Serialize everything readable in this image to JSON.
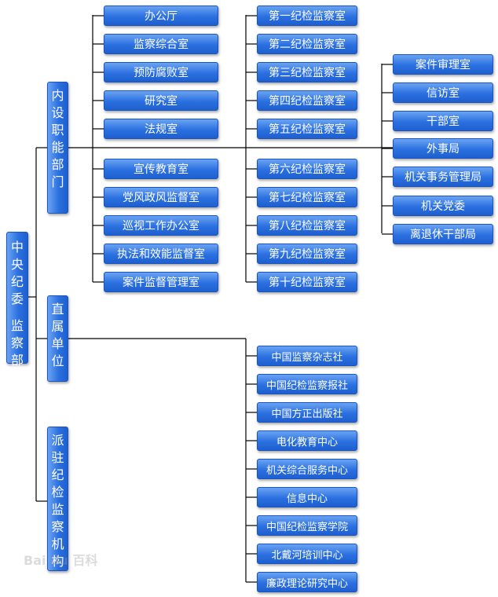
{
  "root": {
    "label": "中央纪委 监察部",
    "line1": "中央纪委",
    "line2": "监察部"
  },
  "level1": [
    {
      "label": "内设职能部门"
    },
    {
      "label": "直属单位"
    },
    {
      "label": "派驻纪检监察机构"
    }
  ],
  "internal_col1": [
    "办公厅",
    "监察综合室",
    "预防腐败室",
    "研究室",
    "法规室",
    "宣传教育室",
    "党风政风监督室",
    "巡视工作办公室",
    "执法和效能监督室",
    "案件监督管理室"
  ],
  "internal_col2": [
    "第一纪检监察室",
    "第二纪检监察室",
    "第三纪检监察室",
    "第四纪检监察室",
    "第五纪检监察室",
    "第六纪检监察室",
    "第七纪检监察室",
    "第八纪检监察室",
    "第九纪检监察室",
    "第十纪检监察室"
  ],
  "internal_col3": [
    "案件审理室",
    "信访室",
    "干部室",
    "外事局",
    "机关事务管理局",
    "机关党委",
    "离退休干部局"
  ],
  "direct_units": [
    "中国监察杂志社",
    "中国纪检监察报社",
    "中国方正出版社",
    "电化教育中心",
    "机关综合服务中心",
    "信息中心",
    "中国纪检监察学院",
    "北戴河培训中心",
    "廉政理论研究中心"
  ],
  "watermark": "Bai du 百科",
  "colors": {
    "box_top": "#6aa3f2",
    "box_mid": "#2b70e0",
    "box_border": "#1a55bf",
    "line": "#000000"
  }
}
